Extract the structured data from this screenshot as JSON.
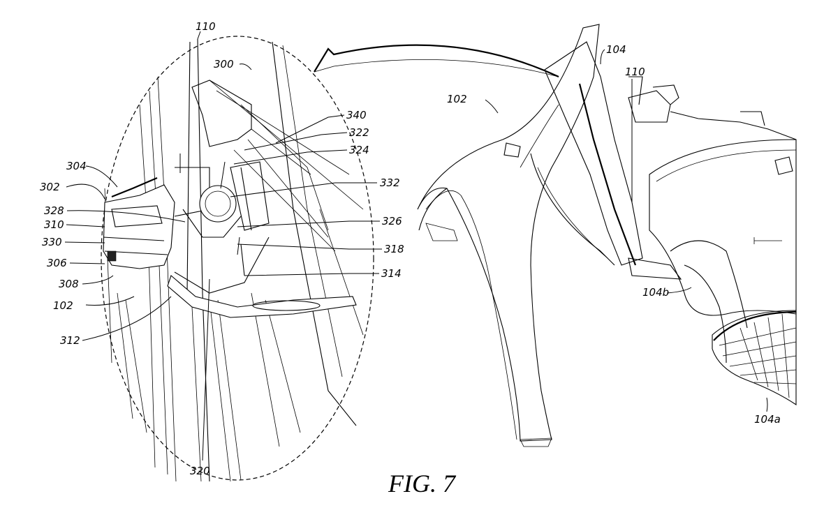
{
  "figure": {
    "caption": "FIG. 7",
    "labels": {
      "l110a": "110",
      "l300": "300",
      "l340": "340",
      "l322": "322",
      "l324": "324",
      "l304": "304",
      "l302": "302",
      "l332": "332",
      "l328": "328",
      "l310": "310",
      "l326": "326",
      "l330": "330",
      "l318": "318",
      "l306": "306",
      "l314": "314",
      "l308": "308",
      "l102a": "102",
      "l312": "312",
      "l320": "320",
      "l102b": "102",
      "l104": "104",
      "l110b": "110",
      "l104b": "104b",
      "l104a": "104a"
    }
  }
}
